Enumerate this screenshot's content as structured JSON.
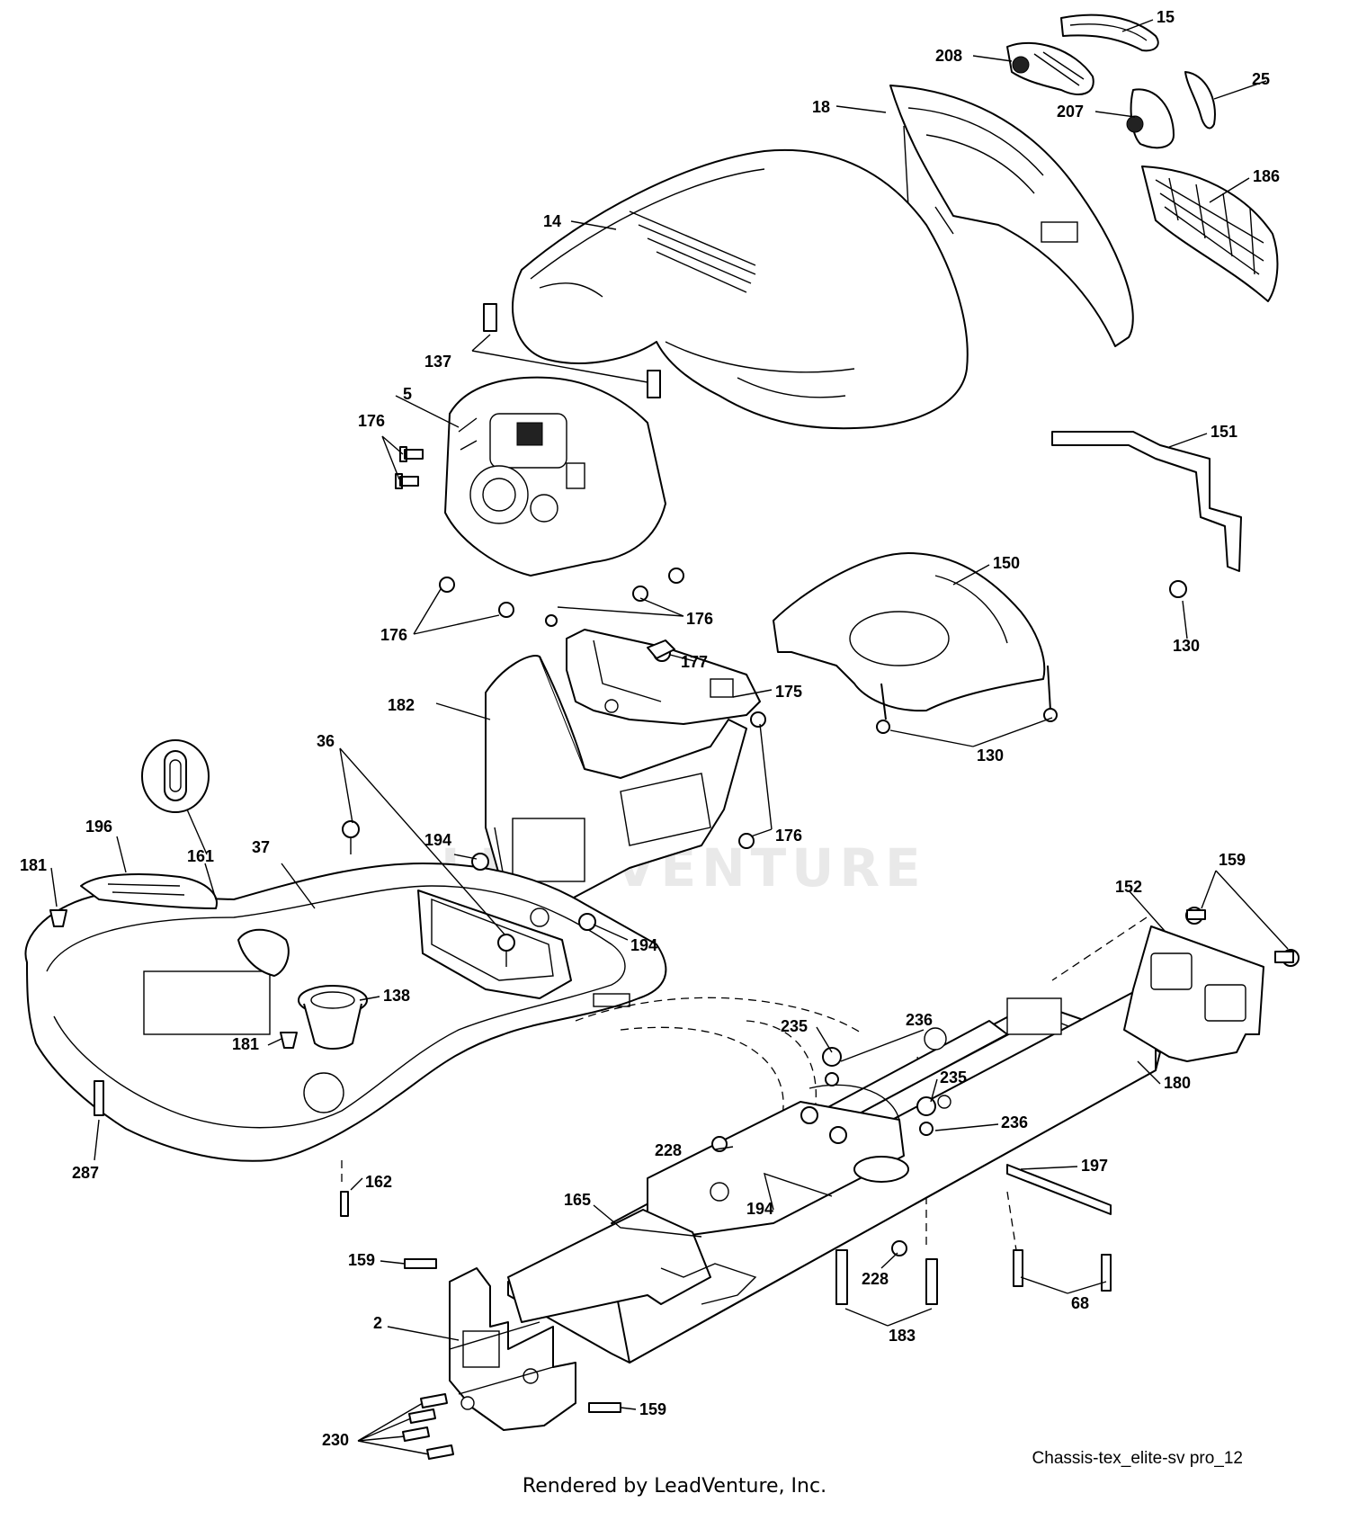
{
  "watermark": "LEADVENTURE",
  "drawing_name": "Chassis-tex_elite-sv pro_12",
  "footer": "Rendered by LeadVenture, Inc.",
  "callouts": [
    {
      "id": "c15",
      "label": "15"
    },
    {
      "id": "c208",
      "label": "208"
    },
    {
      "id": "c25",
      "label": "25"
    },
    {
      "id": "c18",
      "label": "18"
    },
    {
      "id": "c207",
      "label": "207"
    },
    {
      "id": "c186",
      "label": "186"
    },
    {
      "id": "c14",
      "label": "14"
    },
    {
      "id": "c137",
      "label": "137"
    },
    {
      "id": "c5",
      "label": "5"
    },
    {
      "id": "c176a",
      "label": "176"
    },
    {
      "id": "c151",
      "label": "151"
    },
    {
      "id": "c176b",
      "label": "176"
    },
    {
      "id": "c176c",
      "label": "176"
    },
    {
      "id": "c150",
      "label": "150"
    },
    {
      "id": "c130a",
      "label": "130"
    },
    {
      "id": "c177",
      "label": "177"
    },
    {
      "id": "c182",
      "label": "182"
    },
    {
      "id": "c175",
      "label": "175"
    },
    {
      "id": "c130b",
      "label": "130"
    },
    {
      "id": "c36",
      "label": "36"
    },
    {
      "id": "c176d",
      "label": "176"
    },
    {
      "id": "c196",
      "label": "196"
    },
    {
      "id": "c161",
      "label": "161"
    },
    {
      "id": "c37",
      "label": "37"
    },
    {
      "id": "c194a",
      "label": "194"
    },
    {
      "id": "c181a",
      "label": "181"
    },
    {
      "id": "c159a",
      "label": "159"
    },
    {
      "id": "c152",
      "label": "152"
    },
    {
      "id": "c194b",
      "label": "194"
    },
    {
      "id": "c138",
      "label": "138"
    },
    {
      "id": "c235a",
      "label": "235"
    },
    {
      "id": "c236a",
      "label": "236"
    },
    {
      "id": "c181b",
      "label": "181"
    },
    {
      "id": "c235b",
      "label": "235"
    },
    {
      "id": "c180",
      "label": "180"
    },
    {
      "id": "c236b",
      "label": "236"
    },
    {
      "id": "c287",
      "label": "287"
    },
    {
      "id": "c228a",
      "label": "228"
    },
    {
      "id": "c197",
      "label": "197"
    },
    {
      "id": "c162",
      "label": "162"
    },
    {
      "id": "c194c",
      "label": "194"
    },
    {
      "id": "c165",
      "label": "165"
    },
    {
      "id": "c228b",
      "label": "228"
    },
    {
      "id": "c159b",
      "label": "159"
    },
    {
      "id": "c68",
      "label": "68"
    },
    {
      "id": "c2",
      "label": "2"
    },
    {
      "id": "c183",
      "label": "183"
    },
    {
      "id": "c159c",
      "label": "159"
    },
    {
      "id": "c230",
      "label": "230"
    }
  ]
}
